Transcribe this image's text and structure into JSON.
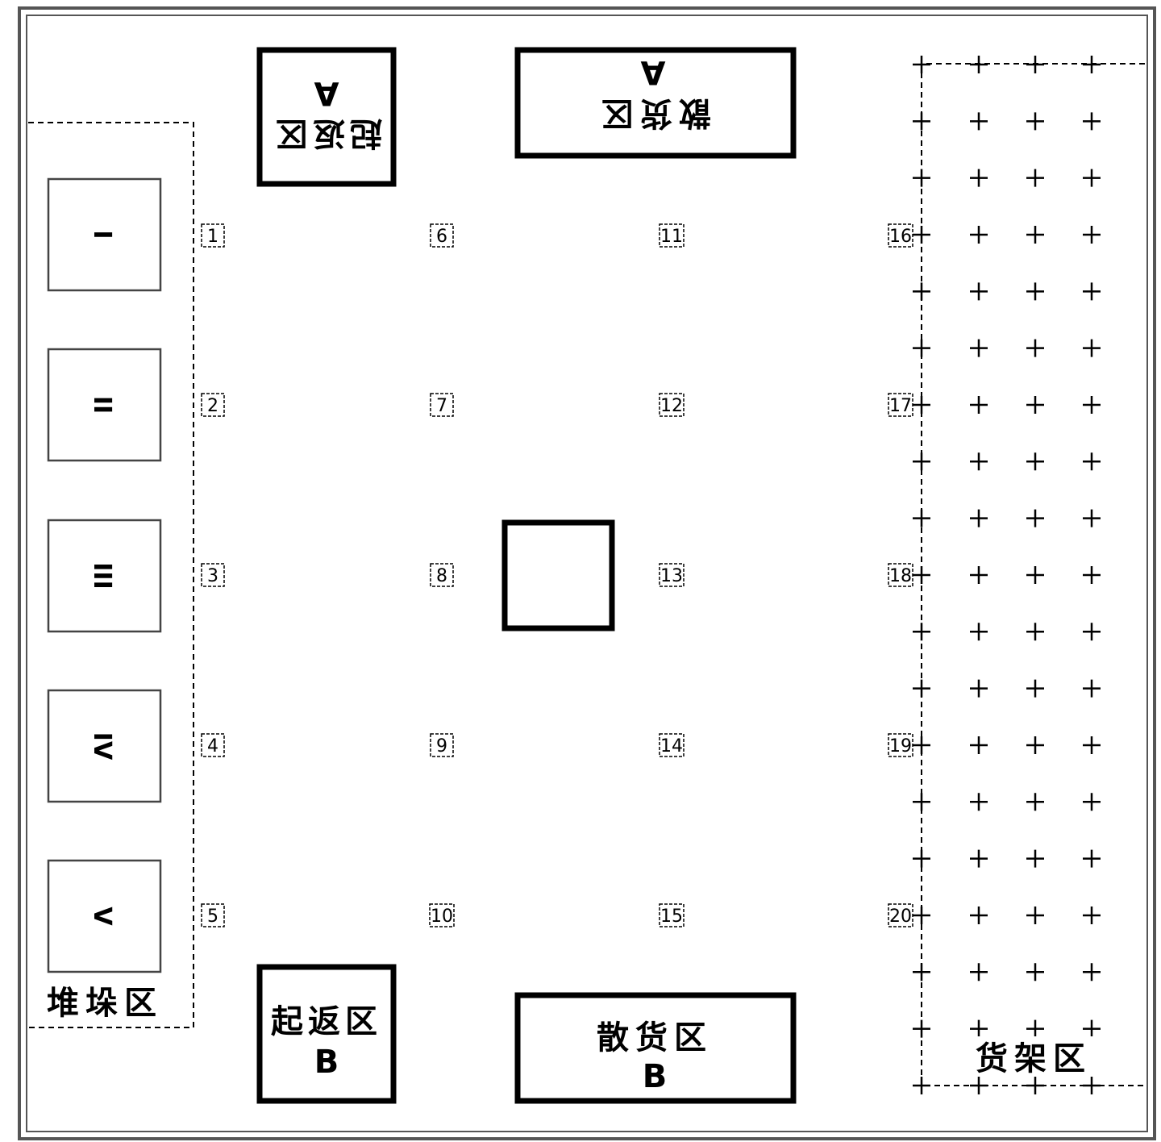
{
  "stack_zone": {
    "label": "堆垛区",
    "bays": [
      "I",
      "II",
      "III",
      "IV",
      "V"
    ]
  },
  "return_zone_a": {
    "label": "起返区",
    "suffix": "A"
  },
  "return_zone_b": {
    "label": "起返区",
    "suffix": "B"
  },
  "bulk_zone_a": {
    "label": "散货区",
    "suffix": "A"
  },
  "bulk_zone_b": {
    "label": "散货区",
    "suffix": "B"
  },
  "rack_zone": {
    "label": "货架区"
  },
  "markers": [
    [
      "1",
      "2",
      "3",
      "4",
      "5"
    ],
    [
      "6",
      "7",
      "8",
      "9",
      "10"
    ],
    [
      "11",
      "12",
      "13",
      "14",
      "15"
    ],
    [
      "16",
      "17",
      "18",
      "19",
      "20"
    ]
  ]
}
